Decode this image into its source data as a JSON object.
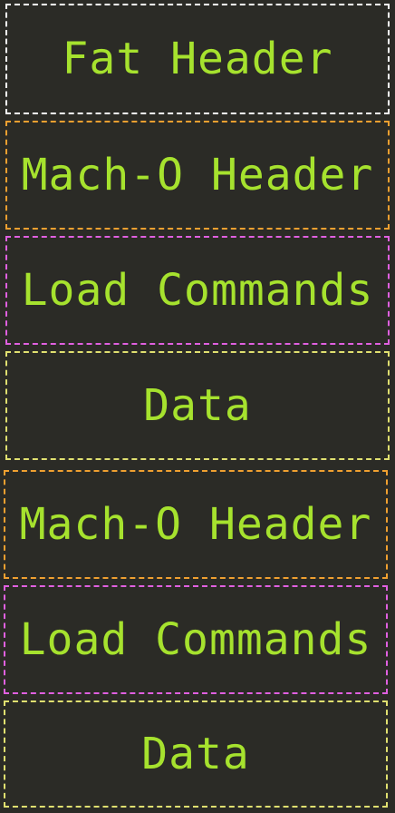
{
  "colors": {
    "background": "#2b2b26",
    "text": "#a6e22e",
    "fat_border": "#ffffff",
    "macho_border": "#f0a030",
    "load_border": "#e060e0",
    "data_border": "#e0e070"
  },
  "top": {
    "fat_header": "Fat Header",
    "macho_header": "Mach-O Header",
    "load_commands": "Load Commands",
    "data": "Data"
  },
  "bottom": {
    "macho_header": "Mach-O Header",
    "load_commands": "Load Commands",
    "data": "Data"
  }
}
